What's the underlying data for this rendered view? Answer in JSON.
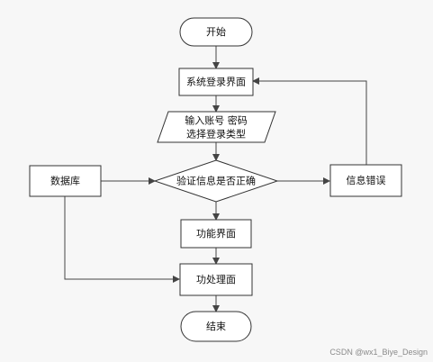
{
  "nodes": {
    "start": {
      "label": "开始"
    },
    "login": {
      "label": "系统登录界面"
    },
    "input": {
      "line1": "输入账号 密码",
      "line2": "选择登录类型"
    },
    "verify": {
      "label": "验证信息是否正确"
    },
    "database": {
      "label": "数据库"
    },
    "error": {
      "label": "信息错误"
    },
    "function": {
      "label": "功能界面"
    },
    "process": {
      "label": "功处理面"
    },
    "end": {
      "label": "结束"
    }
  },
  "watermark": "CSDN @wx1_Biye_Design"
}
